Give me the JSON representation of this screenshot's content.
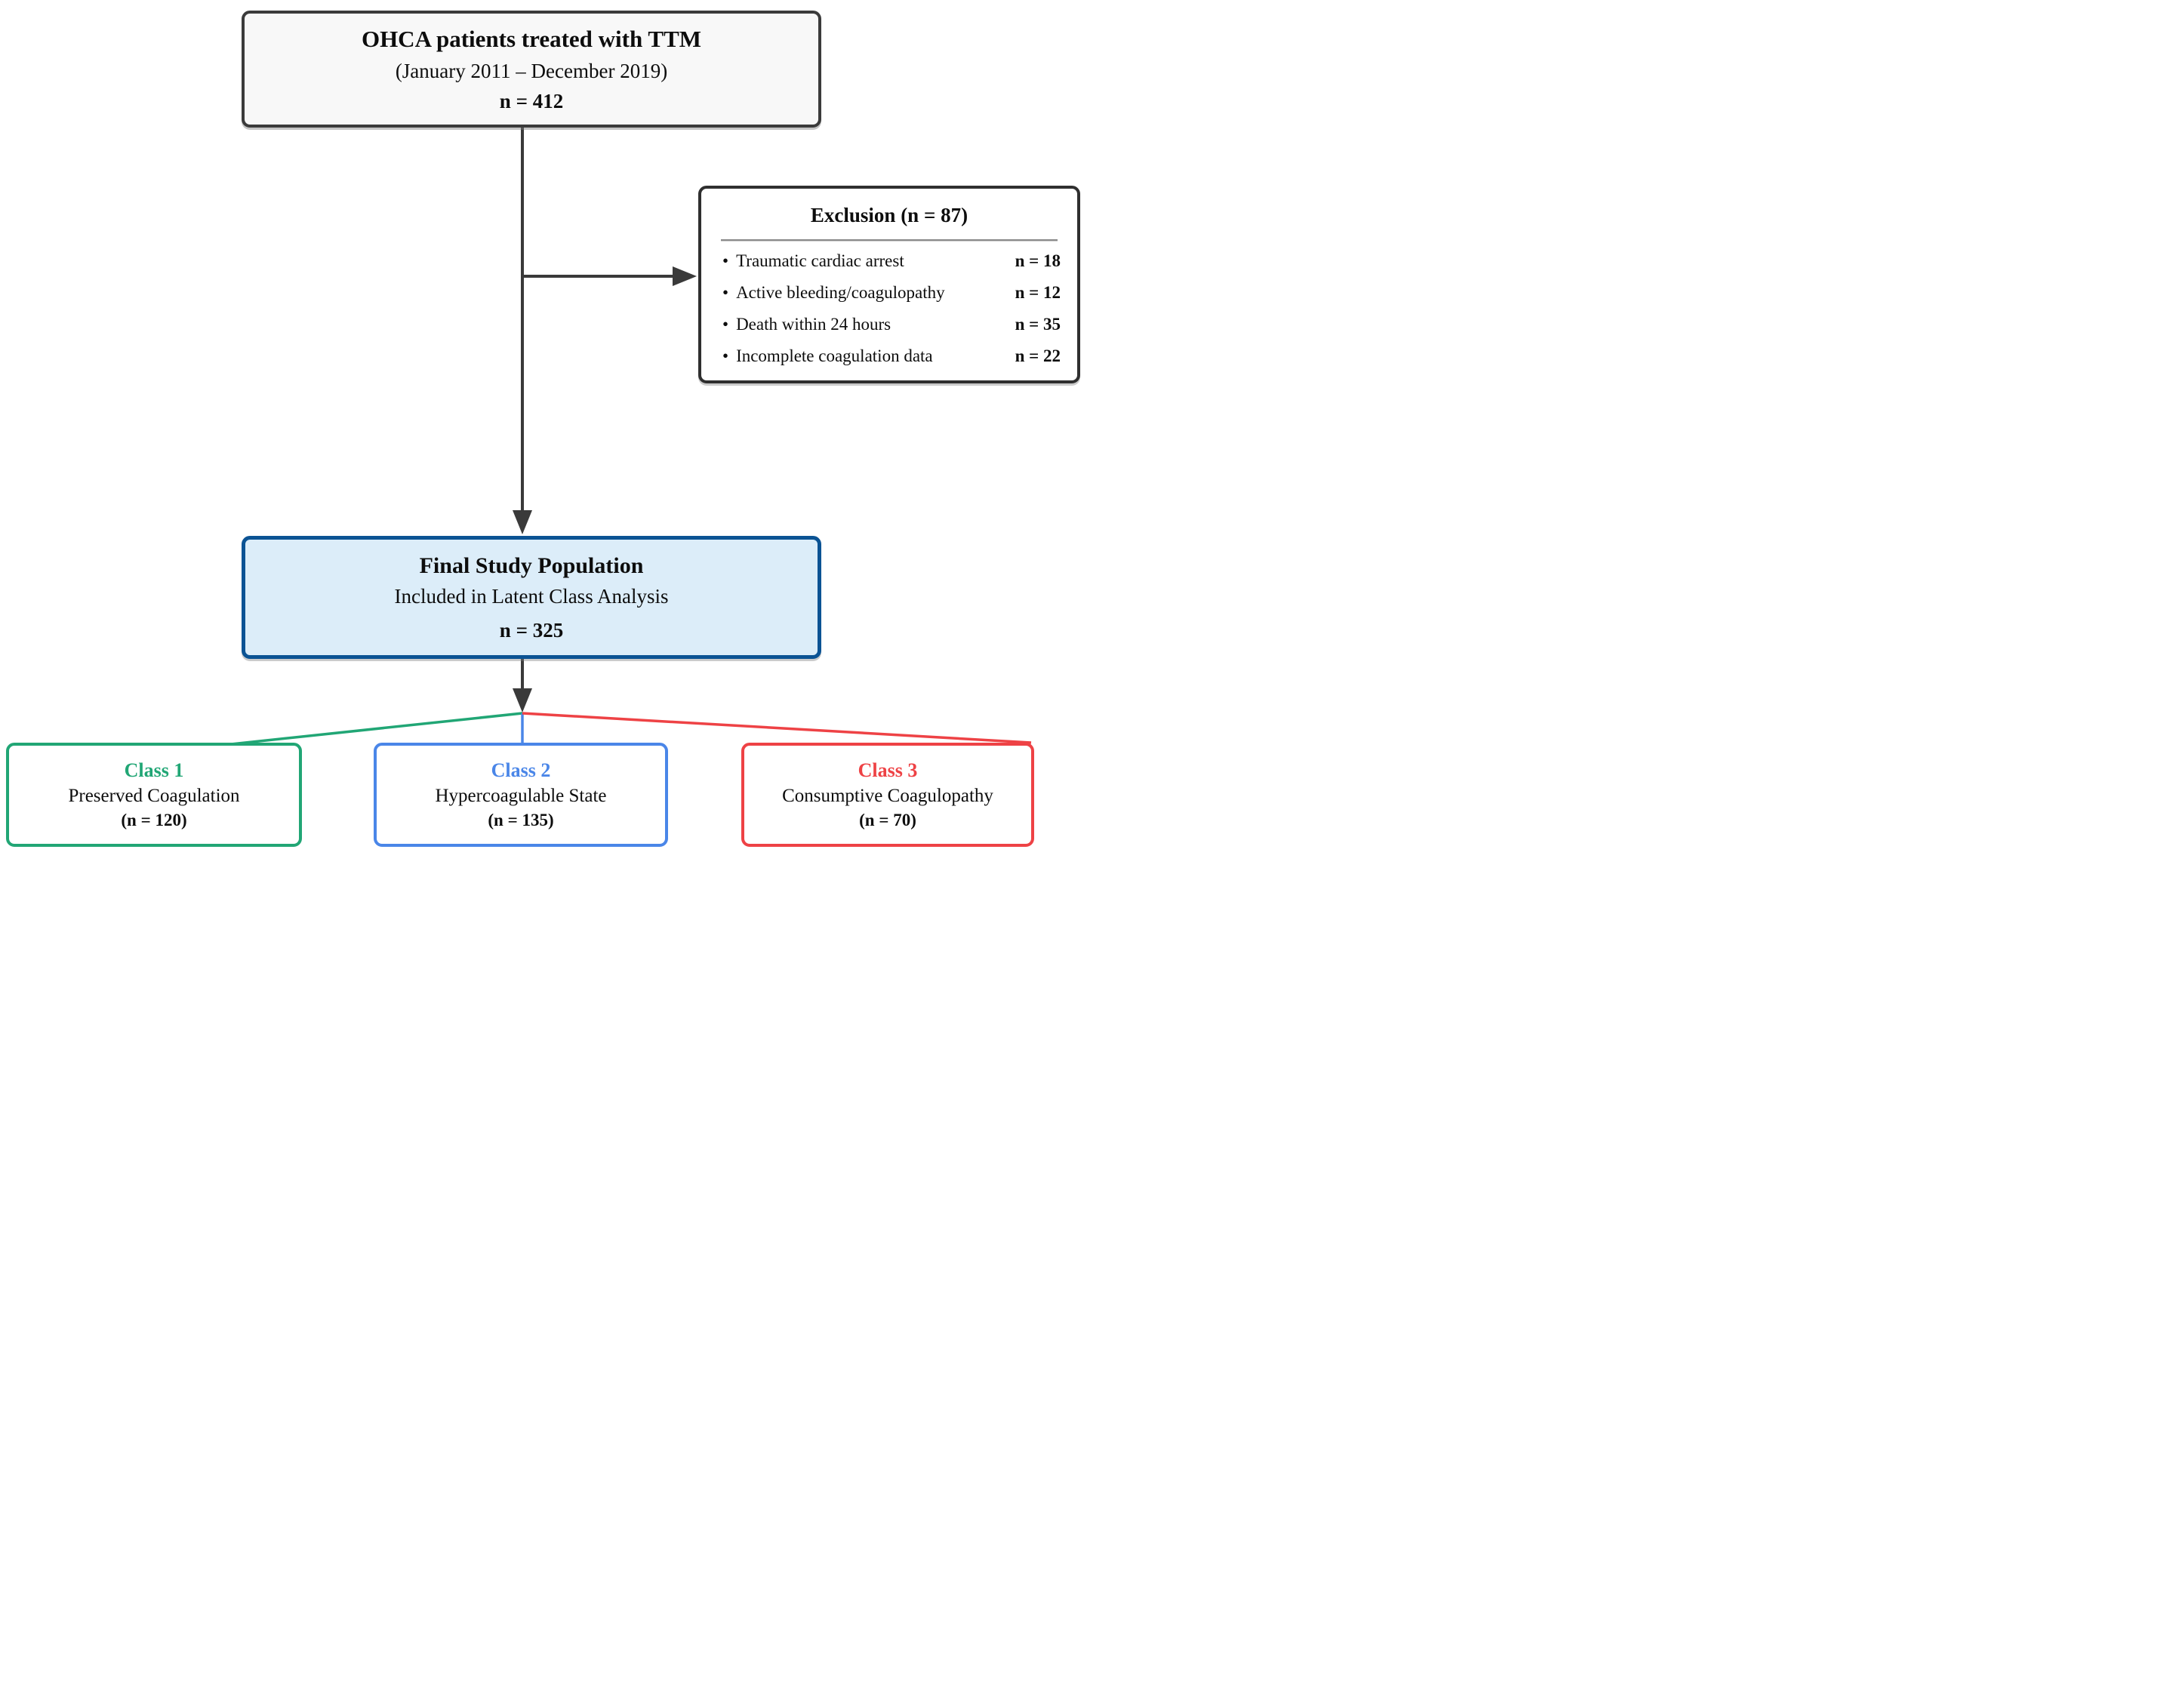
{
  "colors": {
    "top_box_border": "#3b3b3b",
    "top_box_fill": "#f8f8f8",
    "exclusion_border": "#2f2f2f",
    "exclusion_fill": "#ffffff",
    "final_border": "#0b5394",
    "final_fill": "#dcedf9",
    "class1_green": "#21a675",
    "class2_blue": "#4a86e8",
    "class3_red": "#ee4245",
    "connector": "#3a3a3a"
  },
  "top_box": {
    "title": "OHCA patients treated with TTM",
    "subtitle": "(January 2011 – December 2019)",
    "n": "n = 412"
  },
  "exclusion": {
    "title": "Exclusion (n = 87)",
    "bullet": "•",
    "items": [
      {
        "label": "Traumatic cardiac arrest",
        "n": "n = 18"
      },
      {
        "label": "Active bleeding/coagulopathy",
        "n": "n = 12"
      },
      {
        "label": "Death within 24 hours",
        "n": "n = 35"
      },
      {
        "label": "Incomplete coagulation data",
        "n": "n = 22"
      }
    ]
  },
  "final_box": {
    "title": "Final Study Population",
    "subtitle": "Included in Latent Class Analysis",
    "n": "n = 325"
  },
  "classes": [
    {
      "title": "Class 1",
      "name": "Preserved Coagulation",
      "n": "(n = 120)"
    },
    {
      "title": "Class 2",
      "name": "Hypercoagulable State",
      "n": "(n = 135)"
    },
    {
      "title": "Class 3",
      "name": "Consumptive Coagulopathy",
      "n": "(n = 70)"
    }
  ]
}
